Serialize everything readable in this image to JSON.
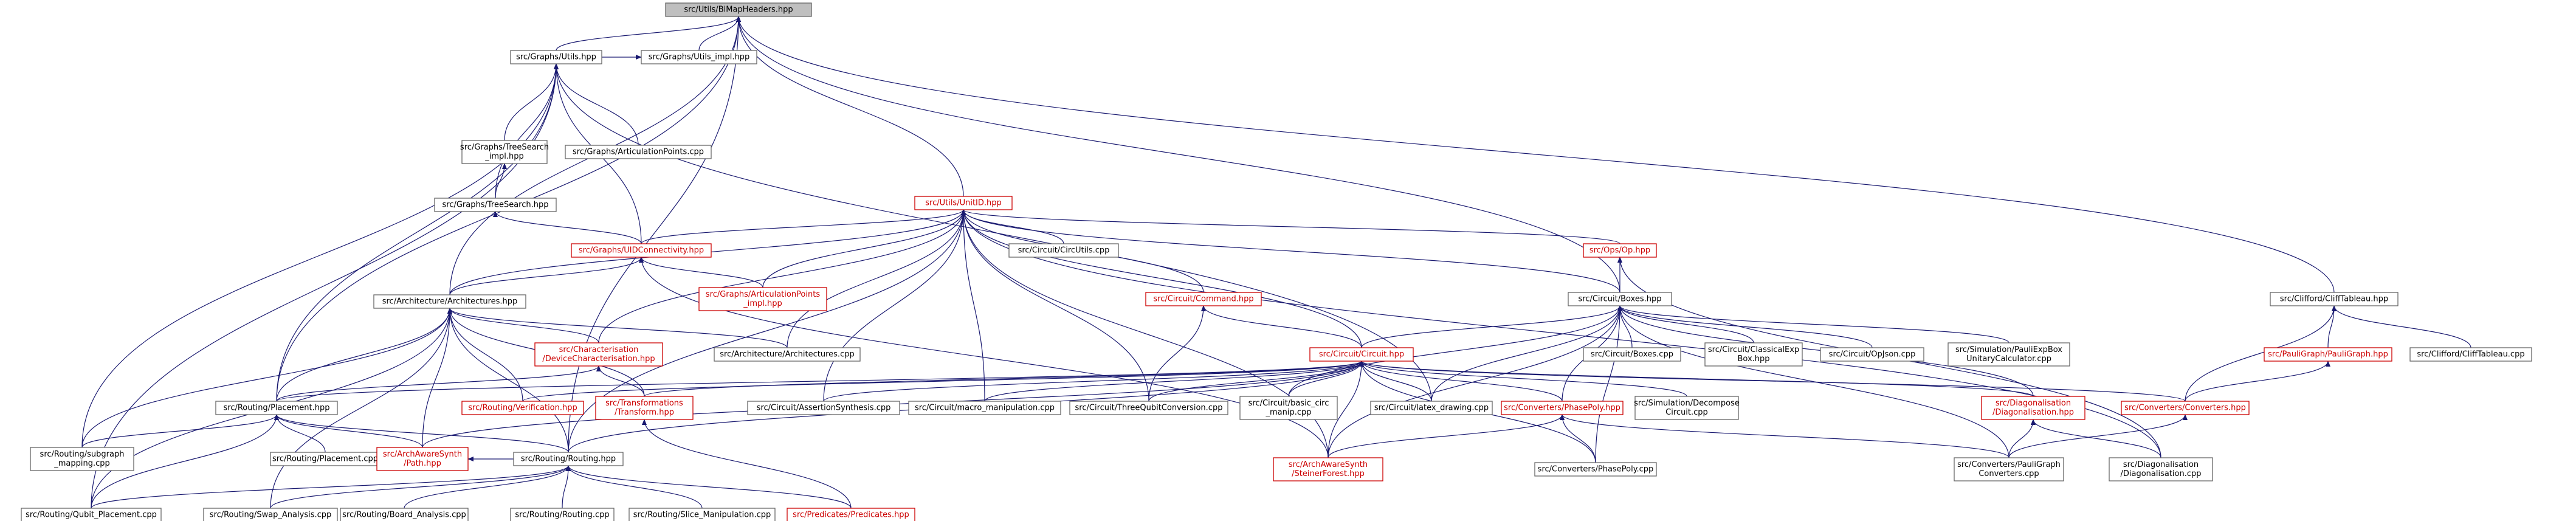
{
  "colors": {
    "root_fill": "#bfbfbf",
    "normal_text": "#000000",
    "linked_text": "#cc0000",
    "edge": "#191970",
    "box_stroke": "#666666"
  },
  "nodes": [
    {
      "id": "root",
      "label": [
        "src/Utils/BiMapHeaders.hpp"
      ],
      "kind": "root"
    },
    {
      "id": "gutils_impl",
      "label": [
        "src/Graphs/Utils_impl.hpp"
      ],
      "kind": "normal"
    },
    {
      "id": "gutils",
      "label": [
        "src/Graphs/Utils.hpp"
      ],
      "kind": "normal"
    },
    {
      "id": "treesearch_impl",
      "label": [
        "src/Graphs/TreeSearch",
        "_impl.hpp"
      ],
      "kind": "normal"
    },
    {
      "id": "artpoints_cpp",
      "label": [
        "src/Graphs/ArticulationPoints.cpp"
      ],
      "kind": "normal"
    },
    {
      "id": "treesearch",
      "label": [
        "src/Graphs/TreeSearch.hpp"
      ],
      "kind": "normal"
    },
    {
      "id": "unitid",
      "label": [
        "src/Utils/UnitID.hpp"
      ],
      "kind": "linked"
    },
    {
      "id": "uidconn",
      "label": [
        "src/Graphs/UIDConnectivity.hpp"
      ],
      "kind": "linked"
    },
    {
      "id": "circutils",
      "label": [
        "src/Circuit/CircUtils.cpp"
      ],
      "kind": "normal"
    },
    {
      "id": "opshpp",
      "label": [
        "src/Ops/Op.hpp"
      ],
      "kind": "linked"
    },
    {
      "id": "clifftab",
      "label": [
        "src/Clifford/CliffTableau.hpp"
      ],
      "kind": "normal"
    },
    {
      "id": "arch",
      "label": [
        "src/Architecture/Architectures.hpp"
      ],
      "kind": "normal"
    },
    {
      "id": "artpoints_impl",
      "label": [
        "src/Graphs/ArticulationPoints",
        "_impl.hpp"
      ],
      "kind": "linked"
    },
    {
      "id": "command",
      "label": [
        "src/Circuit/Command.hpp"
      ],
      "kind": "linked"
    },
    {
      "id": "boxes",
      "label": [
        "src/Circuit/Boxes.hpp"
      ],
      "kind": "normal"
    },
    {
      "id": "paulig",
      "label": [
        "src/PauliGraph/PauliGraph.hpp"
      ],
      "kind": "linked"
    },
    {
      "id": "clifftab_cpp",
      "label": [
        "src/Clifford/CliffTableau.cpp"
      ],
      "kind": "normal"
    },
    {
      "id": "charact",
      "label": [
        "src/Characterisation",
        "/DeviceCharacterisation.hpp"
      ],
      "kind": "linked"
    },
    {
      "id": "arch_cpp",
      "label": [
        "src/Architecture/Architectures.cpp"
      ],
      "kind": "normal"
    },
    {
      "id": "circuit",
      "label": [
        "src/Circuit/Circuit.hpp"
      ],
      "kind": "linked"
    },
    {
      "id": "boxes_cpp",
      "label": [
        "src/Circuit/Boxes.cpp"
      ],
      "kind": "normal"
    },
    {
      "id": "classexp",
      "label": [
        "src/Circuit/ClassicalExp",
        "Box.hpp"
      ],
      "kind": "normal"
    },
    {
      "id": "opjson",
      "label": [
        "src/Circuit/OpJson.cpp"
      ],
      "kind": "normal"
    },
    {
      "id": "pauliexp",
      "label": [
        "src/Simulation/PauliExpBox",
        "UnitaryCalculator.cpp"
      ],
      "kind": "normal"
    },
    {
      "id": "placement",
      "label": [
        "src/Routing/Placement.hpp"
      ],
      "kind": "normal"
    },
    {
      "id": "verif",
      "label": [
        "src/Routing/Verification.hpp"
      ],
      "kind": "linked"
    },
    {
      "id": "transform",
      "label": [
        "src/Transformations",
        "/Transform.hpp"
      ],
      "kind": "linked"
    },
    {
      "id": "assertsyn",
      "label": [
        "src/Circuit/AssertionSynthesis.cpp"
      ],
      "kind": "normal"
    },
    {
      "id": "macro",
      "label": [
        "src/Circuit/macro_manipulation.cpp"
      ],
      "kind": "normal"
    },
    {
      "id": "threeq",
      "label": [
        "src/Circuit/ThreeQubitConversion.cpp"
      ],
      "kind": "normal"
    },
    {
      "id": "basiccirc",
      "label": [
        "src/Circuit/basic_circ",
        "_manip.cpp"
      ],
      "kind": "normal"
    },
    {
      "id": "latex",
      "label": [
        "src/Circuit/latex_drawing.cpp"
      ],
      "kind": "normal"
    },
    {
      "id": "phasepoly",
      "label": [
        "src/Converters/PhasePoly.hpp"
      ],
      "kind": "linked"
    },
    {
      "id": "simdecomp",
      "label": [
        "src/Simulation/Decompose",
        "Circuit.cpp"
      ],
      "kind": "normal"
    },
    {
      "id": "diaghpp",
      "label": [
        "src/Diagonalisation",
        "/Diagonalisation.hpp"
      ],
      "kind": "linked"
    },
    {
      "id": "converters",
      "label": [
        "src/Converters/Converters.hpp"
      ],
      "kind": "linked"
    },
    {
      "id": "subgraph",
      "label": [
        "src/Routing/subgraph",
        "_mapping.cpp"
      ],
      "kind": "normal"
    },
    {
      "id": "placement_cpp",
      "label": [
        "src/Routing/Placement.cpp"
      ],
      "kind": "normal"
    },
    {
      "id": "archpath",
      "label": [
        "src/ArchAwareSynth",
        "/Path.hpp"
      ],
      "kind": "linked"
    },
    {
      "id": "routing",
      "label": [
        "src/Routing/Routing.hpp"
      ],
      "kind": "normal"
    },
    {
      "id": "steiner",
      "label": [
        "src/ArchAwareSynth",
        "/SteinerForest.hpp"
      ],
      "kind": "linked"
    },
    {
      "id": "phasepoly_cpp",
      "label": [
        "src/Converters/PhasePoly.cpp"
      ],
      "kind": "normal"
    },
    {
      "id": "pauligconv",
      "label": [
        "src/Converters/PauliGraph",
        "Converters.cpp"
      ],
      "kind": "normal"
    },
    {
      "id": "diagcpp",
      "label": [
        "src/Diagonalisation",
        "/Diagonalisation.cpp"
      ],
      "kind": "normal"
    },
    {
      "id": "qubitplace",
      "label": [
        "src/Routing/Qubit_Placement.cpp"
      ],
      "kind": "normal"
    },
    {
      "id": "swap",
      "label": [
        "src/Routing/Swap_Analysis.cpp"
      ],
      "kind": "normal"
    },
    {
      "id": "board",
      "label": [
        "src/Routing/Board_Analysis.cpp"
      ],
      "kind": "normal"
    },
    {
      "id": "routing_cpp",
      "label": [
        "src/Routing/Routing.cpp"
      ],
      "kind": "normal"
    },
    {
      "id": "slice",
      "label": [
        "src/Routing/Slice_Manipulation.cpp"
      ],
      "kind": "normal"
    },
    {
      "id": "predicates",
      "label": [
        "src/Predicates/Predicates.hpp"
      ],
      "kind": "linked"
    }
  ],
  "edges": [
    [
      "gutils_impl",
      "root"
    ],
    [
      "gutils",
      "root"
    ],
    [
      "arch",
      "root"
    ],
    [
      "placement",
      "root"
    ],
    [
      "unitid",
      "root"
    ],
    [
      "boxes",
      "root"
    ],
    [
      "clifftab",
      "root"
    ],
    [
      "routing",
      "root"
    ],
    [
      "gutils",
      "gutils_impl"
    ],
    [
      "treesearch_impl",
      "gutils"
    ],
    [
      "artpoints_cpp",
      "gutils"
    ],
    [
      "treesearch",
      "gutils"
    ],
    [
      "uidconn",
      "gutils"
    ],
    [
      "placement",
      "gutils"
    ],
    [
      "subgraph",
      "gutils"
    ],
    [
      "qubitplace",
      "gutils"
    ],
    [
      "latex",
      "gutils"
    ],
    [
      "treesearch",
      "treesearch_impl"
    ],
    [
      "uidconn",
      "treesearch"
    ],
    [
      "uidconn",
      "unitid"
    ],
    [
      "artpoints_impl",
      "unitid"
    ],
    [
      "circutils",
      "unitid"
    ],
    [
      "opshpp",
      "unitid"
    ],
    [
      "arch",
      "unitid"
    ],
    [
      "command",
      "unitid"
    ],
    [
      "boxes",
      "unitid"
    ],
    [
      "circuit",
      "unitid"
    ],
    [
      "charact",
      "unitid"
    ],
    [
      "arch_cpp",
      "unitid"
    ],
    [
      "assertsyn",
      "unitid"
    ],
    [
      "macro",
      "unitid"
    ],
    [
      "threeq",
      "unitid"
    ],
    [
      "steiner",
      "unitid"
    ],
    [
      "routing",
      "unitid"
    ],
    [
      "diagcpp",
      "unitid"
    ],
    [
      "arch",
      "uidconn"
    ],
    [
      "artpoints_impl",
      "uidconn"
    ],
    [
      "steiner",
      "uidconn"
    ],
    [
      "boxes",
      "opshpp"
    ],
    [
      "diagcpp",
      "opshpp"
    ],
    [
      "paulig",
      "clifftab"
    ],
    [
      "clifftab_cpp",
      "clifftab"
    ],
    [
      "converters",
      "clifftab"
    ],
    [
      "charact",
      "arch"
    ],
    [
      "arch_cpp",
      "arch"
    ],
    [
      "placement",
      "arch"
    ],
    [
      "verif",
      "arch"
    ],
    [
      "transform",
      "arch"
    ],
    [
      "subgraph",
      "arch"
    ],
    [
      "archpath",
      "arch"
    ],
    [
      "routing",
      "arch"
    ],
    [
      "qubitplace",
      "arch"
    ],
    [
      "swap",
      "arch"
    ],
    [
      "circuit",
      "command"
    ],
    [
      "threeq",
      "command"
    ],
    [
      "circuit",
      "boxes"
    ],
    [
      "boxes_cpp",
      "boxes"
    ],
    [
      "classexp",
      "boxes"
    ],
    [
      "opjson",
      "boxes"
    ],
    [
      "pauliexp",
      "boxes"
    ],
    [
      "basiccirc",
      "boxes"
    ],
    [
      "latex",
      "boxes"
    ],
    [
      "phasepoly",
      "boxes"
    ],
    [
      "diaghpp",
      "boxes"
    ],
    [
      "steiner",
      "boxes"
    ],
    [
      "pauligconv",
      "boxes"
    ],
    [
      "phasepoly_cpp",
      "boxes"
    ],
    [
      "converters",
      "paulig"
    ],
    [
      "placement",
      "charact"
    ],
    [
      "transform",
      "charact"
    ],
    [
      "placement",
      "circuit"
    ],
    [
      "verif",
      "circuit"
    ],
    [
      "transform",
      "circuit"
    ],
    [
      "assertsyn",
      "circuit"
    ],
    [
      "macro",
      "circuit"
    ],
    [
      "threeq",
      "circuit"
    ],
    [
      "basiccirc",
      "circuit"
    ],
    [
      "latex",
      "circuit"
    ],
    [
      "phasepoly",
      "circuit"
    ],
    [
      "simdecomp",
      "circuit"
    ],
    [
      "diaghpp",
      "circuit"
    ],
    [
      "converters",
      "circuit"
    ],
    [
      "routing",
      "circuit"
    ],
    [
      "archpath",
      "circuit"
    ],
    [
      "steiner",
      "circuit"
    ],
    [
      "phasepoly_cpp",
      "circuit"
    ],
    [
      "subgraph",
      "placement"
    ],
    [
      "placement_cpp",
      "placement"
    ],
    [
      "archpath",
      "placement"
    ],
    [
      "routing",
      "placement"
    ],
    [
      "qubitplace",
      "placement"
    ],
    [
      "predicates",
      "transform"
    ],
    [
      "steiner",
      "phasepoly"
    ],
    [
      "phasepoly_cpp",
      "phasepoly"
    ],
    [
      "pauligconv",
      "phasepoly"
    ],
    [
      "pauligconv",
      "diaghpp"
    ],
    [
      "diagcpp",
      "diaghpp"
    ],
    [
      "pauligconv",
      "converters"
    ],
    [
      "routing",
      "archpath"
    ],
    [
      "qubitplace",
      "routing"
    ],
    [
      "swap",
      "routing"
    ],
    [
      "board",
      "routing"
    ],
    [
      "routing_cpp",
      "routing"
    ],
    [
      "slice",
      "routing"
    ],
    [
      "predicates",
      "routing"
    ]
  ]
}
